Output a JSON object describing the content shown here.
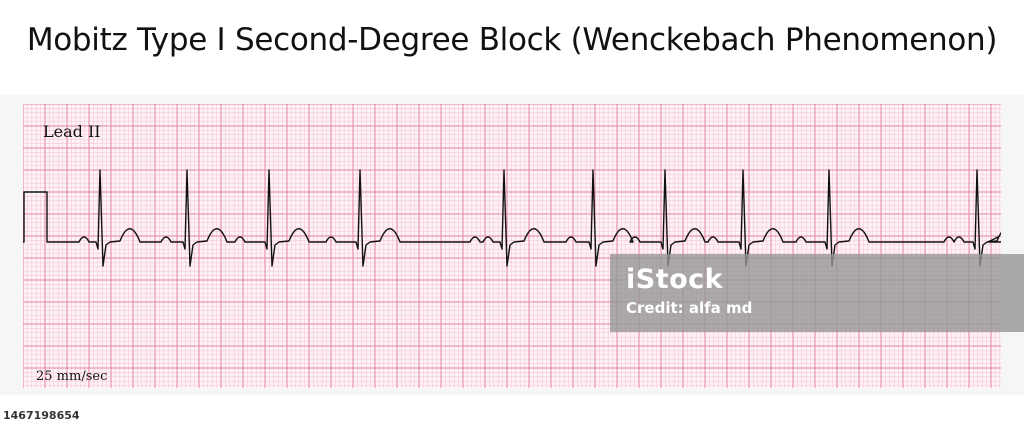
{
  "title": "Mobitz Type I Second-Degree Block (Wenckebach Phenomenon)",
  "ecg": {
    "lead": "Lead II",
    "paper_speed": "25 mm/sec",
    "grid_colors": {
      "minor": "#f6bfd2",
      "major": "#e484a8"
    },
    "trace_color": "#111111",
    "beats_conducted": 10,
    "dropped_beats": 2
  },
  "watermark": {
    "logo": "iStock",
    "credit": "Credit: alfa md"
  },
  "image_id": "1467198654"
}
